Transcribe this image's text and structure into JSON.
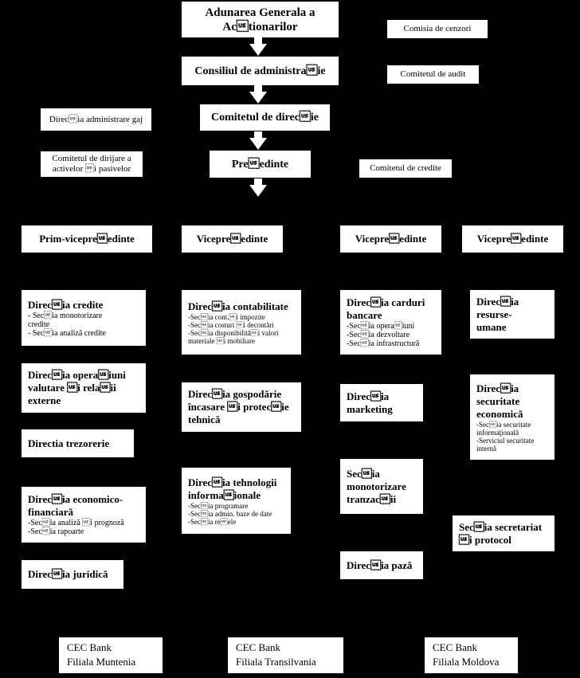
{
  "top": {
    "agm": [
      "Adunarea Generala a",
      "Ac\u001ftionarilor"
    ],
    "board": "Consiliul de administra\u001fie",
    "committee": "Comitetul de direc\u001fie",
    "president": "Pre\u001fedinte"
  },
  "side": {
    "cenzori": "Comisia de cenzori",
    "audit": "Comitetul de audit",
    "gaj": "Direc\u001fia administrare gaj",
    "active": [
      "Comitetul de dirijare a",
      "activelor \u001fi pasivelor"
    ],
    "credite": "Comitetul de credite"
  },
  "vps": [
    "Prim-vicepre\u001fedinte",
    "Vicepre\u001fedinte",
    "Vicepre\u001fedinte",
    "Vicepre\u001fedinte"
  ],
  "col1": {
    "credite": {
      "title": "Direc\u001fia credite",
      "subs": [
        "- Sec\u001fia monotorizare",
        "credite",
        "- Sec\u001fia analiză credite"
      ]
    },
    "valutare": [
      "Direc\u001fia opera\u001fiuni",
      "valutare \u001fi rela\u001fii",
      "externe"
    ],
    "trezorerie": "Directia trezorerie",
    "economico": {
      "title": [
        "Direc\u001fia economico-",
        "financiară"
      ],
      "subs": [
        "-Sec\u001fia analiză \u001fi prognoză",
        "-Sec\u001fia rapoarte"
      ]
    },
    "juridica": "Direc\u001fia juridică"
  },
  "col2": {
    "contabilitate": {
      "title": "Direc\u001fia contabilitate",
      "subs": [
        "-Sec\u001fia cont.\u001fi impozite",
        "-Sec\u001fia costuri \u001fi decontări",
        "-Sec\u001fia disponibilită\u001fi valori",
        "materiale \u001fi mobiliare"
      ]
    },
    "gospodarie": [
      "Direc\u001fia gospodărie",
      "încasare \u001fi protec\u001fie",
      "tehnică"
    ],
    "tehnologii": {
      "title": [
        "Direc\u001fia tehnologii",
        "informa\u001fionale"
      ],
      "subs": [
        "-Sec\u001fia programare",
        "-Sec\u001fia admin. baze de date",
        "-Sec\u001fia re\u001fele"
      ]
    }
  },
  "col3": {
    "carduri": {
      "title": [
        "Direc\u001fia carduri",
        "bancare"
      ],
      "subs": [
        "-Sec\u001fia opera\u001fiuni",
        "-Sec\u001fia dezvoltare",
        "-Sec\u001fia infrastructură"
      ]
    },
    "marketing": [
      "Direc\u001fia",
      "marketing"
    ],
    "monotorizare": [
      "Sec\u001fia",
      "monotorizare",
      "tranzac\u001fii"
    ],
    "paza": "Direc\u001fia pază"
  },
  "col4": {
    "resurse": [
      "Direc\u001fia",
      "resurse-",
      "umane"
    ],
    "securitate": {
      "title": [
        "Direc\u001fia",
        "securitate",
        "economică"
      ],
      "subs": [
        "-Sec\u001fia securitate",
        "informaţională",
        "-Serviciul securitate",
        "internă"
      ]
    },
    "secretariat": [
      "Sec\u001fia secretariat",
      "\u001fi protocol"
    ]
  },
  "branches": [
    [
      "CEC Bank",
      "Filiala Muntenia"
    ],
    [
      "CEC Bank",
      "Filiala Transilvania"
    ],
    [
      "CEC Bank",
      "Filiala Moldova"
    ]
  ]
}
